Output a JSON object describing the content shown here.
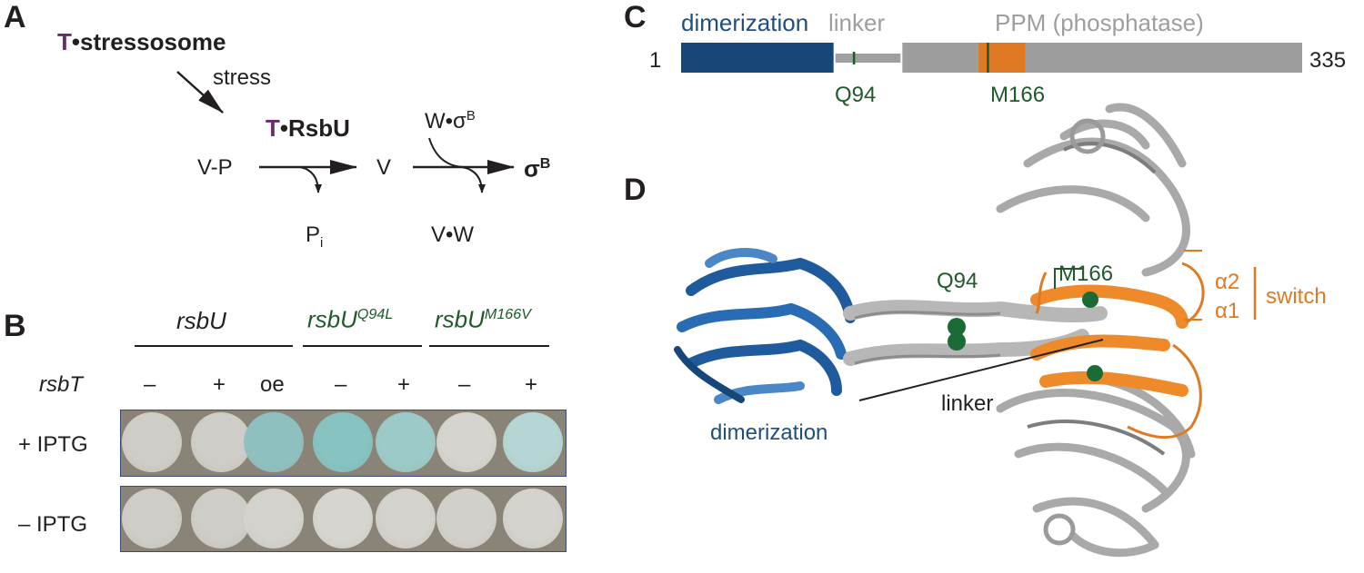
{
  "panelA": {
    "letter": "A",
    "t_prefix": "T",
    "stressosome": "•stressosome",
    "stress": "stress",
    "rsbu": "•RsbU",
    "vp": "V-P",
    "v": "V",
    "w_sigma": "W•σ",
    "sup_b": "B",
    "sigma": "σ",
    "p": "P",
    "sub_i": "i",
    "vw": "V•W"
  },
  "panelB": {
    "letter": "B",
    "groups": [
      {
        "name": "rsbU",
        "sup": ""
      },
      {
        "name": "rsbU",
        "sup": "Q94L"
      },
      {
        "name": "rsbU",
        "sup": "M166V"
      }
    ],
    "rsbt_label": "rsbT",
    "columns": [
      "–",
      "+",
      "oe",
      "–",
      "+",
      "–",
      "+"
    ],
    "rows": [
      "+ IPTG",
      "– IPTG"
    ],
    "spot_colors_plus": [
      "#cfcdc7",
      "#cfcdc7",
      "#8fc0c0",
      "#86c3c1",
      "#9ccac8",
      "#d6d4ce",
      "#b5d6d4"
    ],
    "spot_colors_minus": [
      "#cfcdc7",
      "#cfcdc7",
      "#d4d2cc",
      "#d7d5cf",
      "#d4d2cc",
      "#d2d0ca",
      "#d5d3cd"
    ]
  },
  "panelC": {
    "letter": "C",
    "dimerization": "dimerization",
    "linker": "linker",
    "ppm": "PPM (phosphatase)",
    "start": "1",
    "end": "335",
    "q94": "Q94",
    "m166": "M166",
    "length": 335,
    "domains": [
      {
        "from": 1,
        "to": 83,
        "color": "#174778"
      },
      {
        "from": 84,
        "to": 119,
        "color": "#a0a0a0"
      },
      {
        "from": 120,
        "to": 335,
        "color": "#9d9d9d"
      },
      {
        "from": 161,
        "to": 186,
        "color": "#e07a22"
      }
    ],
    "marks": [
      94,
      166
    ]
  },
  "panelD": {
    "letter": "D",
    "q94": "Q94",
    "m166": "M166",
    "alpha2": "α2",
    "alpha1": "α1",
    "switch": "switch",
    "linker": "linker",
    "dimerization": "dimerization"
  },
  "colors": {
    "blue": "#1f4e80",
    "green": "#1f5a2a",
    "orange": "#e07a22",
    "gray": "#9e9e9e",
    "purple": "#6b2a6b"
  }
}
